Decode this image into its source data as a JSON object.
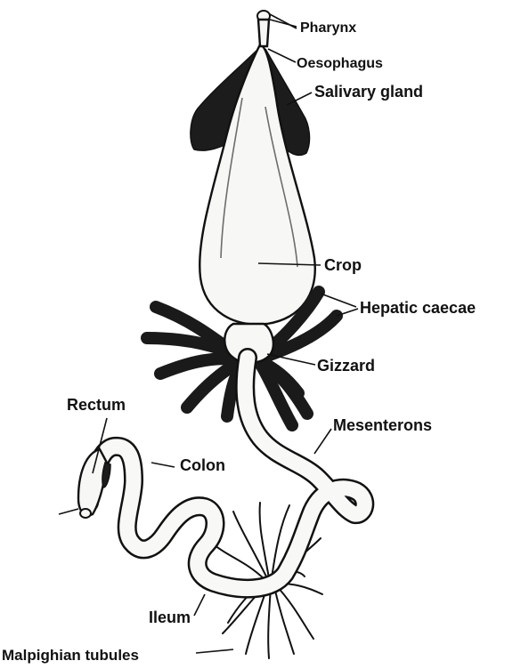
{
  "labels": {
    "pharynx": "Pharynx",
    "oesophagus": "Oesophagus",
    "salivary_gland": "Salivary gland",
    "crop": "Crop",
    "hepatic_caecae": "Hepatic caecae",
    "gizzard": "Gizzard",
    "rectum": "Rectum",
    "mesenterons": "Mesenterons",
    "colon": "Colon",
    "ileum": "Ileum",
    "malpighian_tubules": "Malpighian tubules"
  },
  "colors": {
    "ink": "#111111",
    "paper": "#ffffff",
    "tissue": "#f7f7f5",
    "gland": "#1c1c1c"
  }
}
